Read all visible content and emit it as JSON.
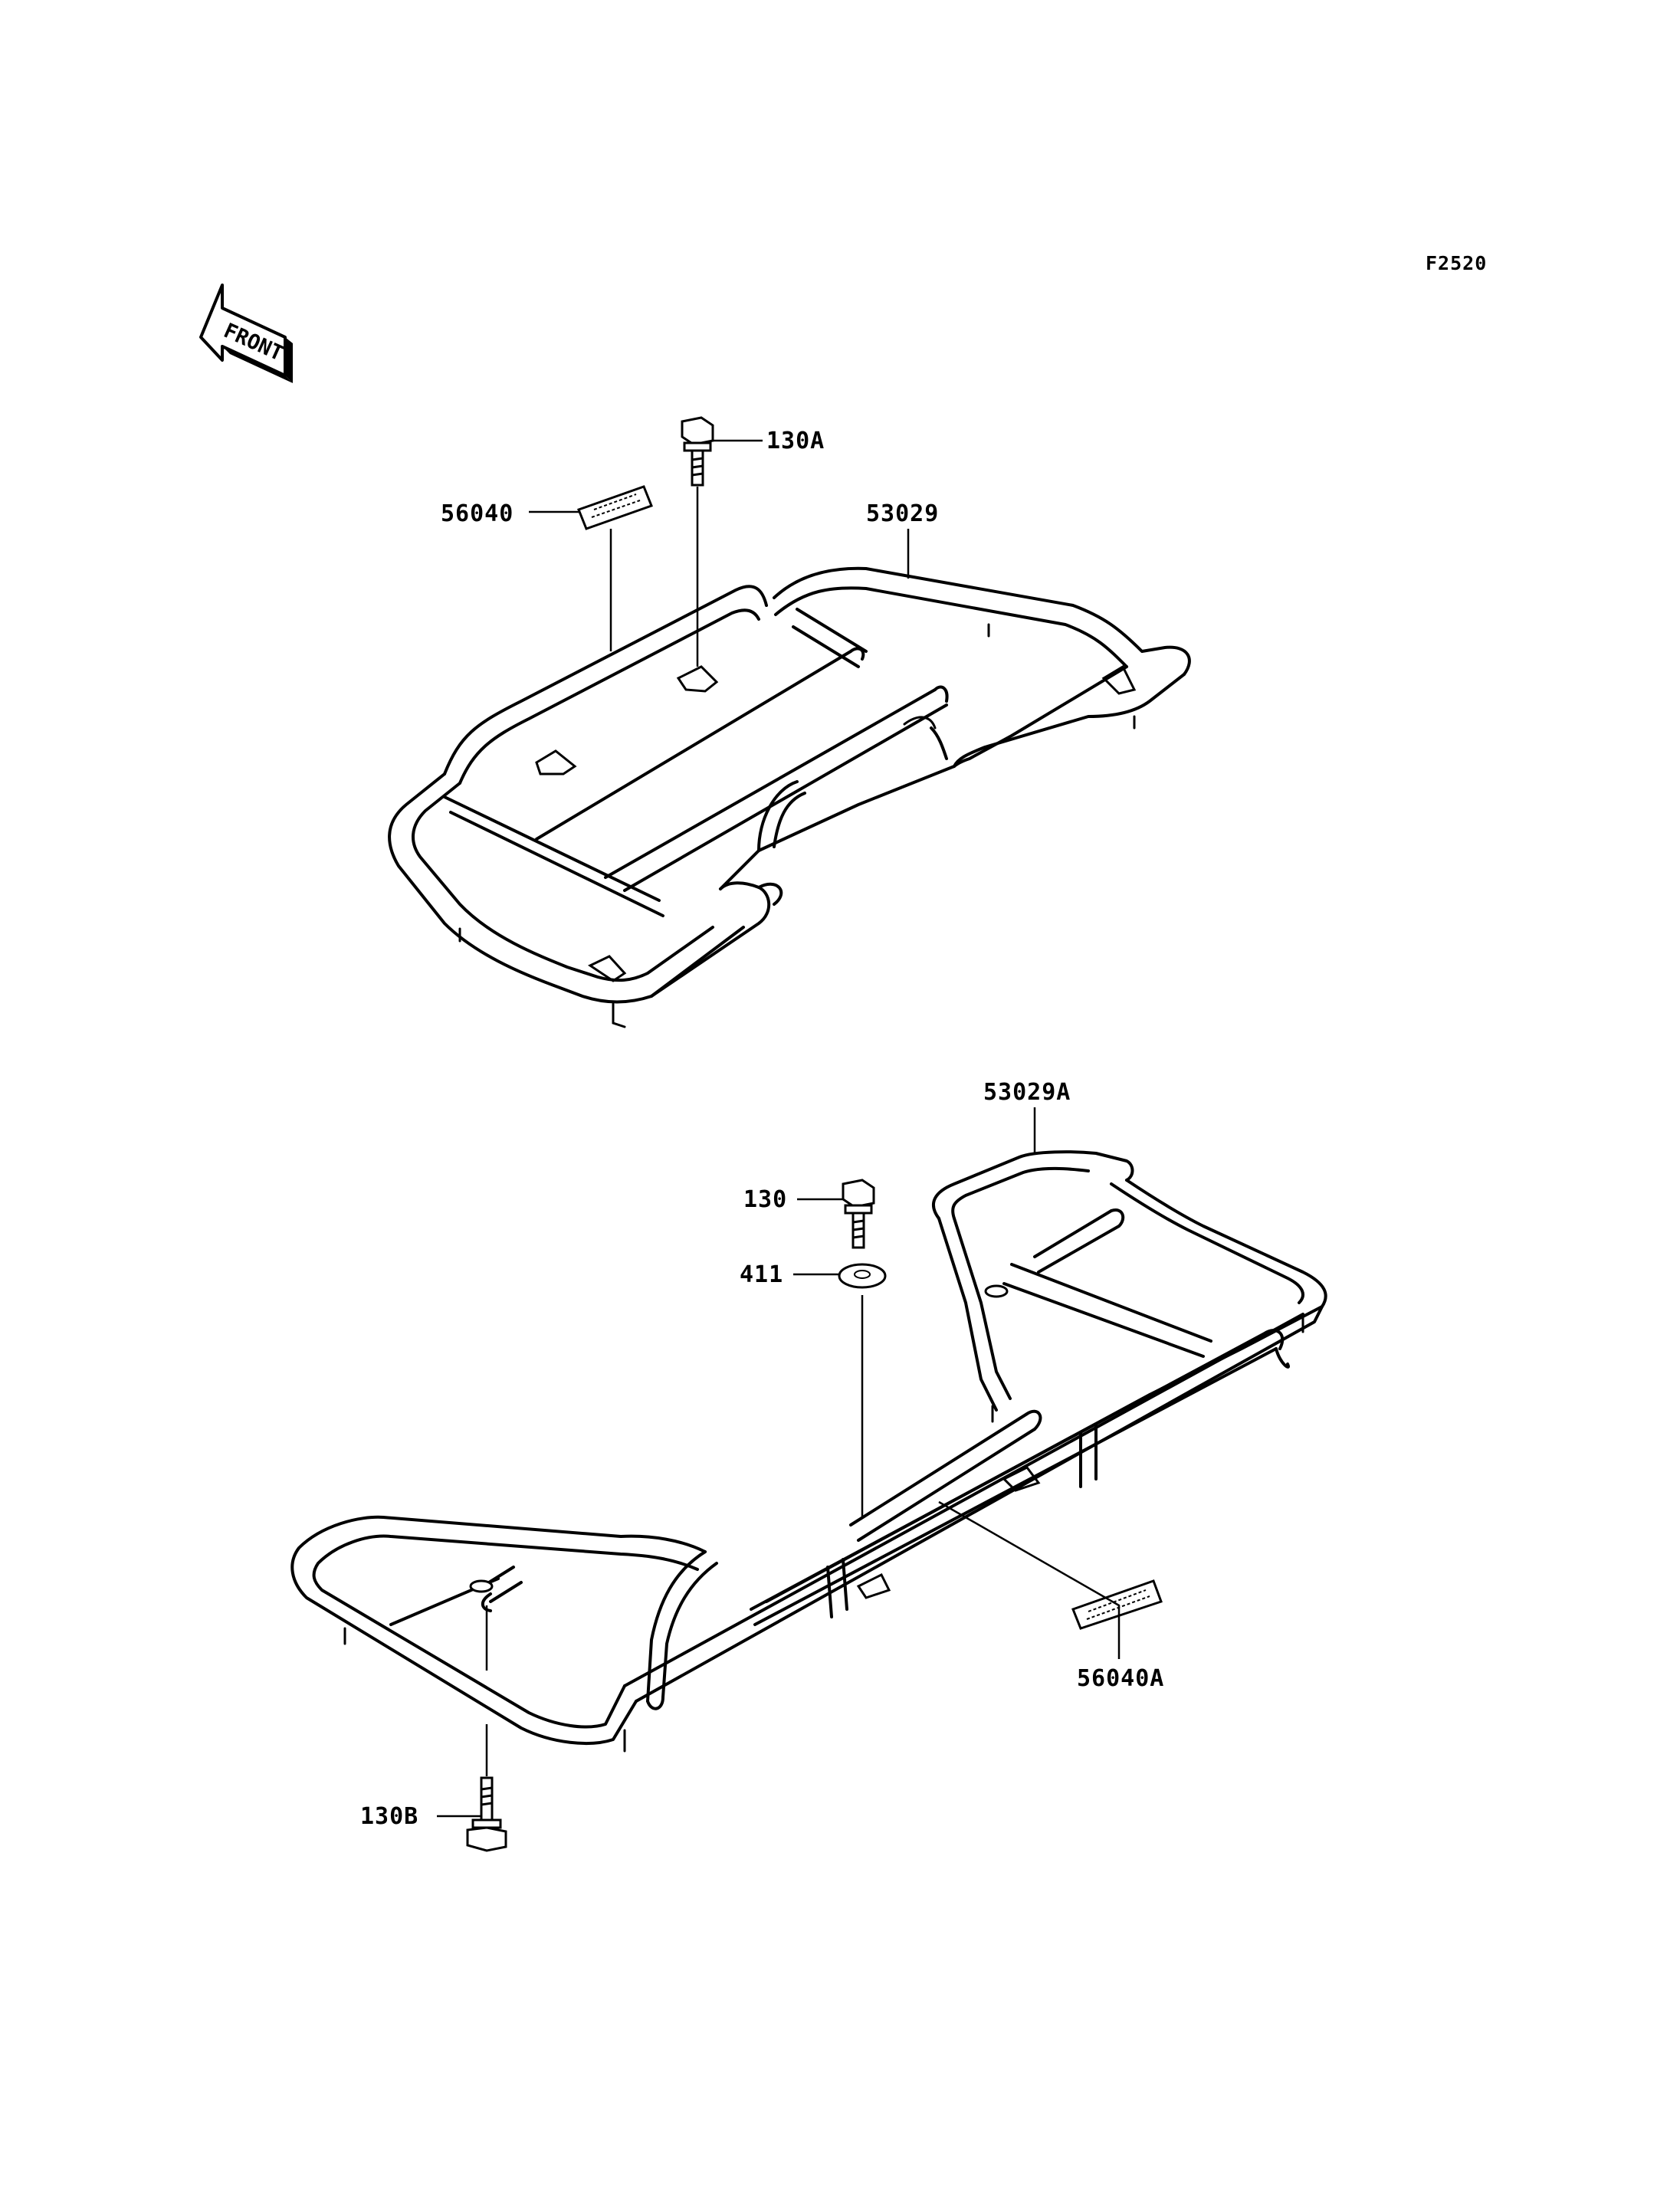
{
  "figure_code": "F2520",
  "front_label": "FRONT",
  "parts": {
    "bolt_top": "130A",
    "label_top": "56040",
    "carrier_front": "53029",
    "carrier_rear": "53029A",
    "bolt_rear_top": "130",
    "washer": "411",
    "label_rear": "56040A",
    "bolt_rear_bottom": "130B"
  }
}
